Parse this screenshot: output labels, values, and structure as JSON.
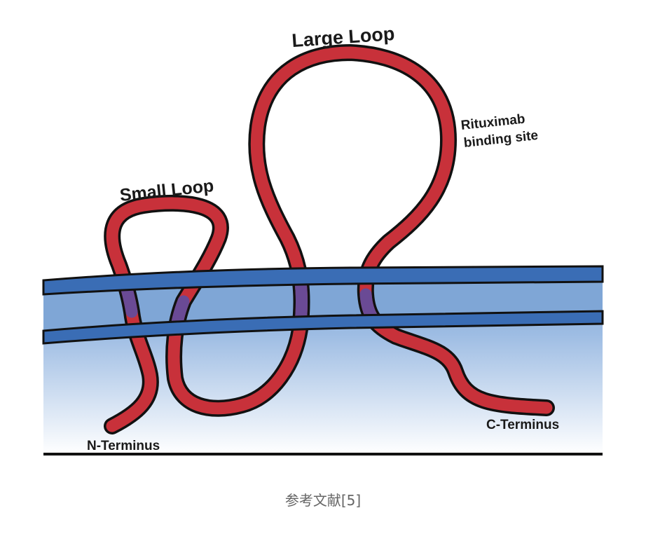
{
  "figure": {
    "title": "CD20 membrane topology diagram",
    "labels": {
      "large_loop": "Large Loop",
      "small_loop": "Small Loop",
      "rituximab_line1": "Rituximab",
      "rituximab_line2": "binding site",
      "n_terminus": "N-Terminus",
      "c_terminus": "C-Terminus"
    },
    "colors": {
      "protein": "#c8313a",
      "protein_outline": "#111111",
      "membrane_band": "#3a6db5",
      "membrane_inner": "#7fa6d6",
      "protein_in_membrane": "#6a4a95",
      "cytoplasm_top": "#8fb2dd",
      "cytoplasm_bottom": "#ffffff",
      "baseline": "#111111"
    }
  },
  "caption": "参考文献[5]"
}
